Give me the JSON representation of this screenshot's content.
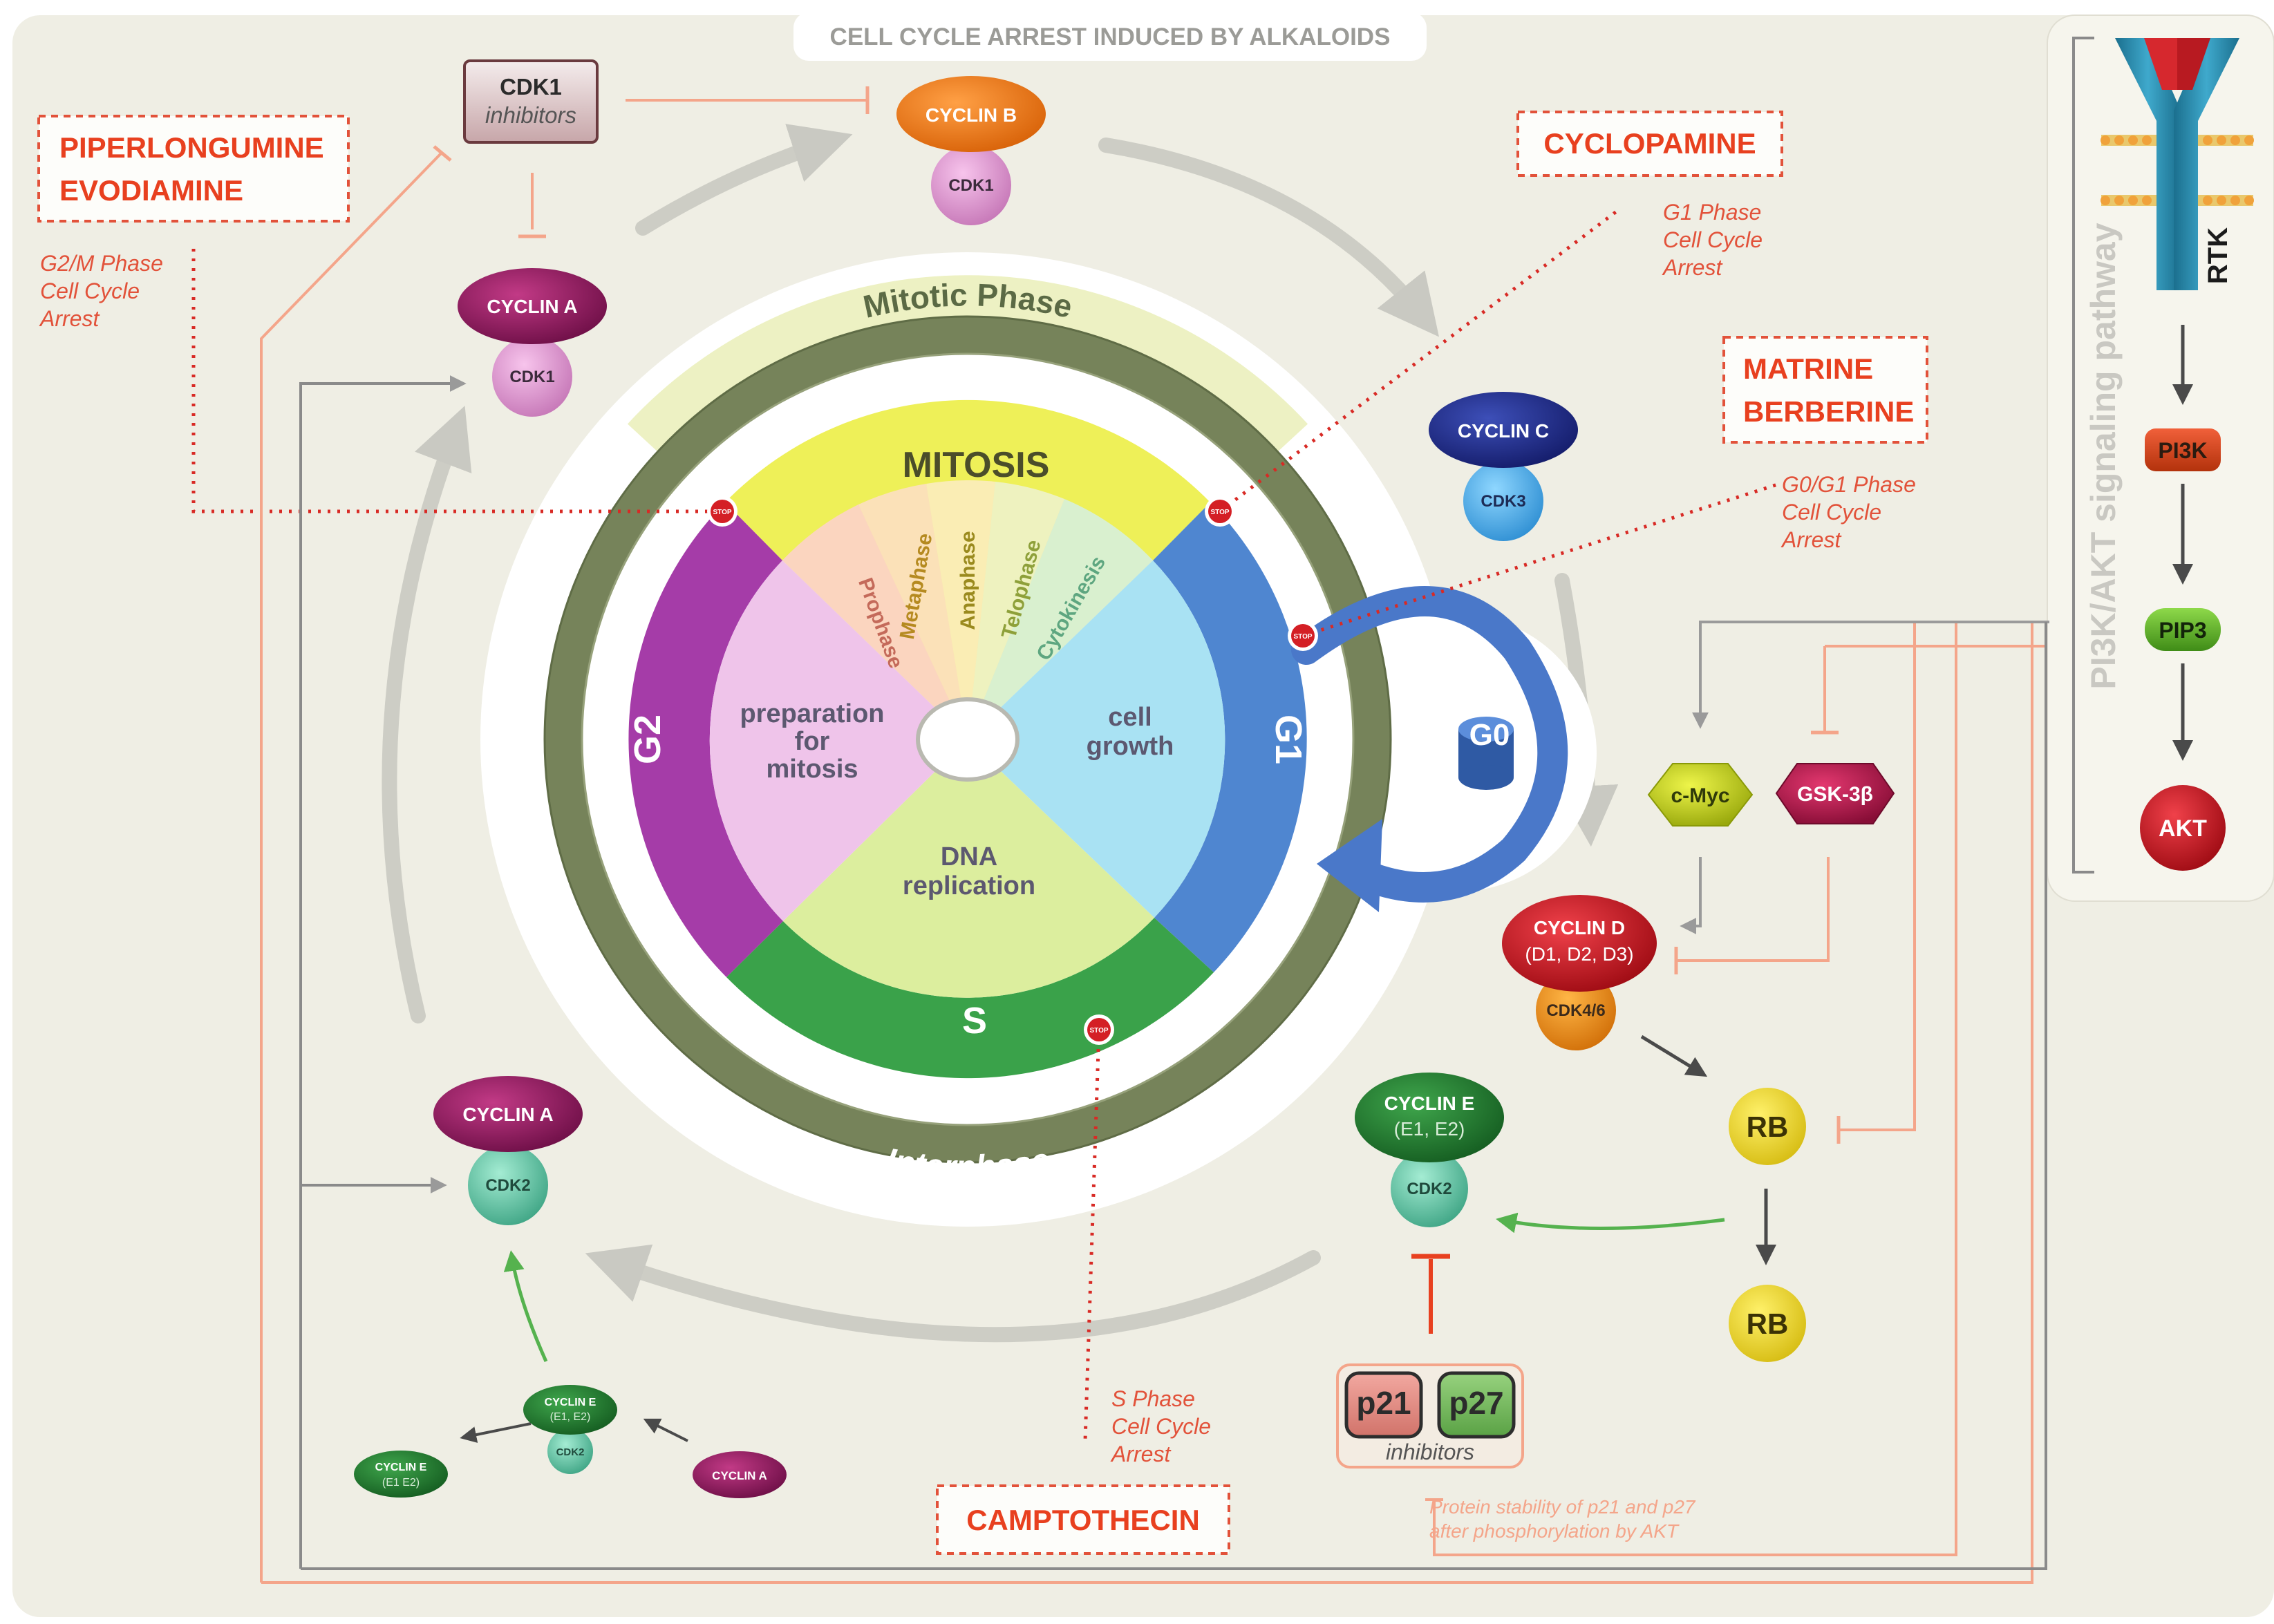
{
  "title": "CELL CYCLE ARREST INDUCED BY ALKALOIDS",
  "alkaloids": {
    "piperlongumine": "PIPERLONGUMINE",
    "evodiamine": "EVODIAMINE",
    "cyclopamine": "CYCLOPAMINE",
    "matrine": "MATRINE",
    "berberine": "BERBERINE",
    "camptothecin": "CAMPTOTHECIN"
  },
  "arrest_notes": {
    "g2m": [
      "G2/M Phase",
      "Cell Cycle",
      "Arrest"
    ],
    "g1": [
      "G1 Phase",
      "Cell Cycle",
      "Arrest"
    ],
    "g0g1": [
      "G0/G1 Phase",
      "Cell Cycle",
      "Arrest"
    ],
    "s": [
      "S Phase",
      "Cell Cycle",
      "Arrest"
    ]
  },
  "cdk1_inhibitors": {
    "name": "CDK1",
    "sub": "inhibitors"
  },
  "complexes": {
    "cyclin_b": {
      "cyclin": "CYCLIN B",
      "cdk": "CDK1"
    },
    "cyclin_a_cdk1": {
      "cyclin": "CYCLIN A",
      "cdk": "CDK1"
    },
    "cyclin_c": {
      "cyclin": "CYCLIN C",
      "cdk": "CDK3"
    },
    "cyclin_d": {
      "cyclin": "CYCLIN D",
      "sub": "(D1, D2, D3)",
      "cdk": "CDK4/6"
    },
    "cyclin_e": {
      "cyclin": "CYCLIN E",
      "sub": "(E1, E2)",
      "cdk": "CDK2"
    },
    "cyclin_a_cdk2": {
      "cyclin": "CYCLIN A",
      "cdk": "CDK2"
    },
    "small_cyclin_e": {
      "cyclin": "CYCLIN E",
      "sub": "(E1, E2)",
      "cdk": "CDK2"
    },
    "free_cyclin_e": {
      "cyclin": "CYCLIN E",
      "sub": "(E1 E2)"
    },
    "free_cyclin_a": {
      "cyclin": "CYCLIN A"
    }
  },
  "wheel": {
    "mitotic_phase": "Mitotic Phase",
    "mitosis": "MITOSIS",
    "interphase": "Interphase",
    "phases": {
      "g1": "G1",
      "s": "S",
      "g2": "G2",
      "g0": "G0"
    },
    "mitosis_stages": [
      "Prophase",
      "Metaphase",
      "Anaphase",
      "Telophase",
      "Cytokinesis"
    ],
    "g2_text": [
      "preparation",
      "for",
      "mitosis"
    ],
    "g1_text": [
      "cell",
      "growth"
    ],
    "s_text": [
      "DNA",
      "replication"
    ],
    "stop": "STOP"
  },
  "pathway": {
    "title": "PI3K/AKT signaling pathway",
    "rtk": "RTK",
    "pi3k": "PI3K",
    "pip3": "PIP3",
    "akt": "AKT",
    "cmyc": "c-Myc",
    "gsk": "GSK-3β",
    "rb1": "RB",
    "rb2": "RB",
    "p21": "p21",
    "p27": "p27",
    "inhibitors": "inhibitors",
    "note": [
      "Protein stability of p21 and p27",
      "after phosphorylation by AKT"
    ]
  },
  "colors": {
    "alkaloid_red": "#e8401f",
    "note_red": "#e2523a",
    "salmon_line": "#f4a58a",
    "ring_olive": "#76835a",
    "mitosis_yellow": "#eef058",
    "g1_blue": "#4f86d0",
    "s_green": "#3aa24a",
    "g2_purple": "#a53ca8"
  }
}
